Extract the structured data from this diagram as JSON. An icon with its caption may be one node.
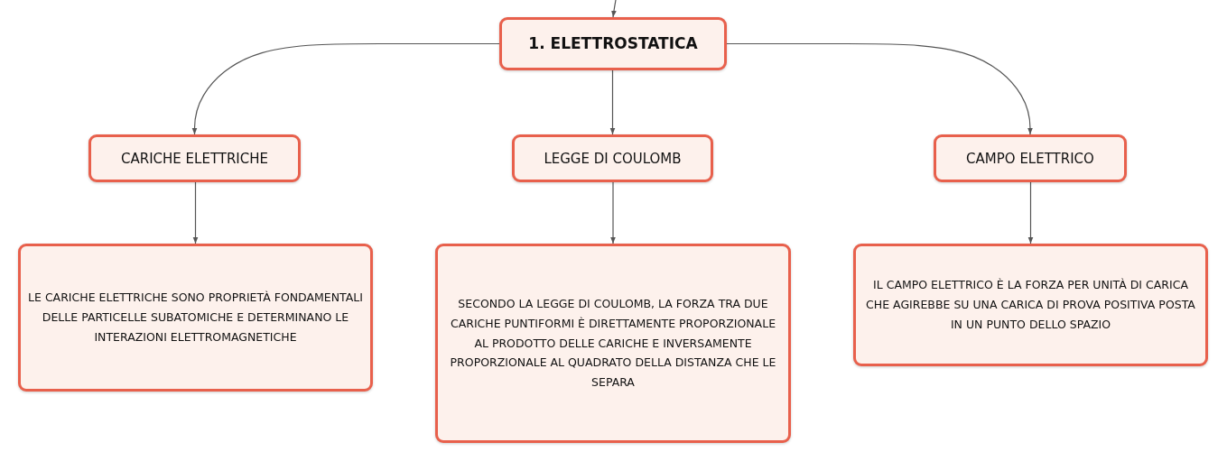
{
  "diagram": {
    "nodes": [
      {
        "text": [
          "1. ELETTROSTATICA"
        ]
      },
      {
        "text": [
          "CARICHE ELETTRICHE"
        ]
      },
      {
        "text": [
          "LEGGE DI COULOMB"
        ]
      },
      {
        "text": [
          "CAMPO ELETTRICO"
        ]
      },
      {
        "text": [
          "LE CARICHE ELETTRICHE SONO PROPRIETÀ FONDAMENTALI DELLE PARTICELLE SUBATOMICHE E DETERMINANO LE INTERAZIONI ELETTROMAGNETICHE"
        ]
      },
      {
        "text": [
          "SECONDO LA LEGGE DI COULOMB, LA FORZA TRA DUE CARICHE PUNTIFORMI È DIRETTAMENTE PROPORZIONALE AL PRODOTTO DELLE CARICHE E INVERSAMENTE PROPORZIONALE AL QUADRATO DELLA DISTANZA CHE LE SEPARA"
        ]
      },
      {
        "text": [
          "IL CAMPO ELETTRICO È LA FORZA PER UNITÀ DI CARICA CHE AGIREBBE SU UNA CARICA DI PROVA POSITIVA POSTA IN UN PUNTO DELLO SPAZIO"
        ]
      }
    ],
    "edges": [
      {
        "from": null,
        "to": 0,
        "arrow": "to"
      },
      {
        "from": 0,
        "to": 1,
        "arrow": "to"
      },
      {
        "from": 0,
        "to": 2,
        "arrow": "to"
      },
      {
        "from": 0,
        "to": 3,
        "arrow": "to"
      },
      {
        "from": 1,
        "to": 4,
        "arrow": "to"
      },
      {
        "from": 2,
        "to": 5,
        "arrow": "to"
      },
      {
        "from": 3,
        "to": 6,
        "arrow": "to"
      }
    ]
  }
}
